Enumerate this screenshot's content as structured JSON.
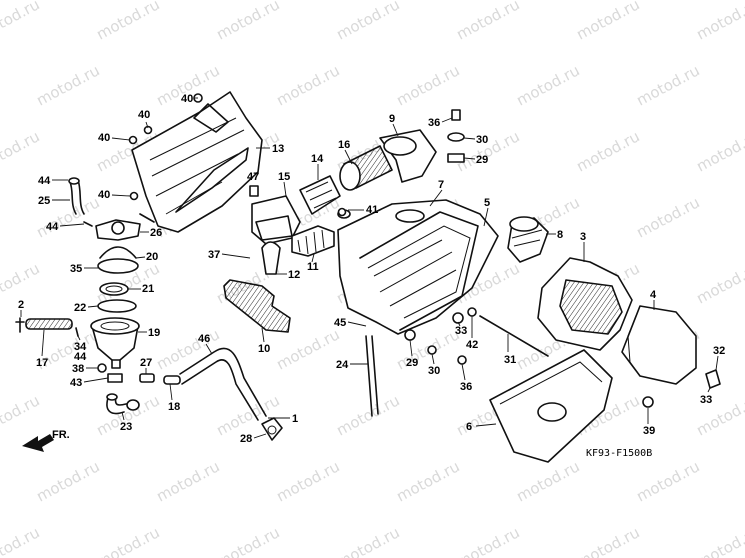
{
  "watermark": "motod.ru",
  "diagram_code": "KF93-F1500B",
  "front_label": "FR.",
  "callouts": [
    {
      "id": "c40a",
      "label": "40"
    },
    {
      "id": "c40b",
      "label": "40"
    },
    {
      "id": "c40c",
      "label": "40"
    },
    {
      "id": "c40d",
      "label": "40"
    },
    {
      "id": "c13",
      "label": "13"
    },
    {
      "id": "c44a",
      "label": "44"
    },
    {
      "id": "c25",
      "label": "25"
    },
    {
      "id": "c44b",
      "label": "44"
    },
    {
      "id": "c26",
      "label": "26"
    },
    {
      "id": "c47",
      "label": "47"
    },
    {
      "id": "c15",
      "label": "15"
    },
    {
      "id": "c14",
      "label": "14"
    },
    {
      "id": "c16",
      "label": "16"
    },
    {
      "id": "c9",
      "label": "9"
    },
    {
      "id": "c36a",
      "label": "36"
    },
    {
      "id": "c30a",
      "label": "30"
    },
    {
      "id": "c29a",
      "label": "29"
    },
    {
      "id": "c7",
      "label": "7"
    },
    {
      "id": "c41",
      "label": "41"
    },
    {
      "id": "c5",
      "label": "5"
    },
    {
      "id": "c8",
      "label": "8"
    },
    {
      "id": "c3",
      "label": "3"
    },
    {
      "id": "c4",
      "label": "4"
    },
    {
      "id": "c37",
      "label": "37"
    },
    {
      "id": "c12",
      "label": "12"
    },
    {
      "id": "c11",
      "label": "11"
    },
    {
      "id": "c20",
      "label": "20"
    },
    {
      "id": "c35",
      "label": "35"
    },
    {
      "id": "c21",
      "label": "21"
    },
    {
      "id": "c22",
      "label": "22"
    },
    {
      "id": "c2",
      "label": "2"
    },
    {
      "id": "c19",
      "label": "19"
    },
    {
      "id": "c17",
      "label": "17"
    },
    {
      "id": "c34",
      "label": "34"
    },
    {
      "id": "c10",
      "label": "10"
    },
    {
      "id": "c45",
      "label": "45"
    },
    {
      "id": "c33a",
      "label": "33"
    },
    {
      "id": "c42",
      "label": "42"
    },
    {
      "id": "c31",
      "label": "31"
    },
    {
      "id": "c32",
      "label": "32"
    },
    {
      "id": "c33b",
      "label": "33"
    },
    {
      "id": "c46",
      "label": "46"
    },
    {
      "id": "c38",
      "label": "38"
    },
    {
      "id": "c44c",
      "label": "44"
    },
    {
      "id": "c43",
      "label": "43"
    },
    {
      "id": "c27",
      "label": "27"
    },
    {
      "id": "c18",
      "label": "18"
    },
    {
      "id": "c23",
      "label": "23"
    },
    {
      "id": "c24",
      "label": "24"
    },
    {
      "id": "c29b",
      "label": "29"
    },
    {
      "id": "c30b",
      "label": "30"
    },
    {
      "id": "c36b",
      "label": "36"
    },
    {
      "id": "c1",
      "label": "1"
    },
    {
      "id": "c28",
      "label": "28"
    },
    {
      "id": "c6",
      "label": "6"
    },
    {
      "id": "c39",
      "label": "39"
    }
  ]
}
